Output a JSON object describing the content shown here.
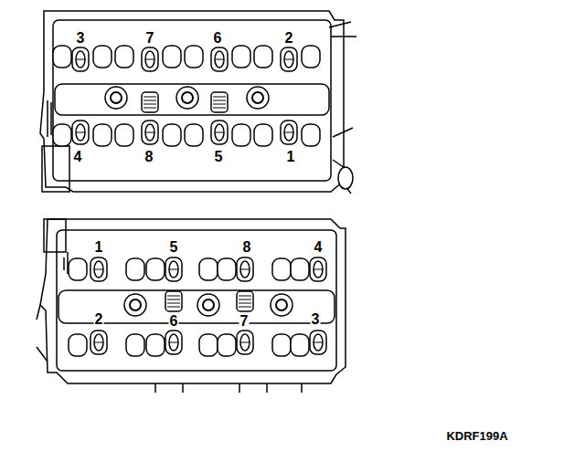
{
  "diagram": {
    "labels": [
      "3",
      "7",
      "6",
      "2",
      "4",
      "8",
      "5",
      "1",
      "1",
      "5",
      "8",
      "4",
      "2",
      "6",
      "7",
      "3",
      "KDRF199A"
    ]
  }
}
